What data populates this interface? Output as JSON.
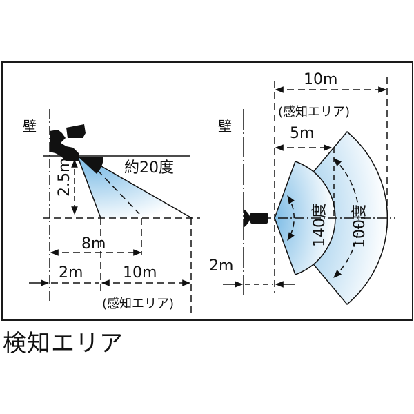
{
  "caption": "検知エリア",
  "colors": {
    "line": "#111111",
    "fill_light": "#e8f3fb",
    "fill_dark": "#8fc6e8",
    "frame": "#1a1a1a"
  },
  "side_view": {
    "wall_label": "壁",
    "angle_label": "約20度",
    "height_label": "2.5m",
    "dim_8m": "8m",
    "dim_2m": "2m",
    "dim_10m": "10m",
    "area_label": "(感知エリア)"
  },
  "top_view": {
    "wall_label": "壁",
    "dim_10m": "10m",
    "area_label": "(感知エリア)",
    "dim_5m": "5m",
    "dim_2m": "2m",
    "angle_inner": "140度",
    "angle_outer": "100度"
  }
}
